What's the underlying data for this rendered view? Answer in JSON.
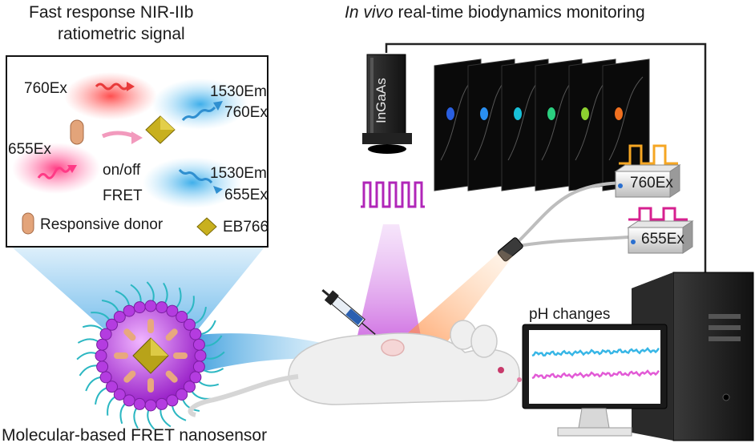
{
  "left_title": {
    "line1": "Fast response NIR-IIb",
    "line2": "ratiometric signal"
  },
  "right_title": {
    "italic": "In vivo",
    "rest": " real-time biodynamics monitoring"
  },
  "box": {
    "label_760ex": "760Ex",
    "label_655ex": "655Ex",
    "label_1530em_760": "1530Em",
    "label_760ex_em": "760Ex",
    "label_1530em_655": "1530Em",
    "label_655ex_em": "655Ex",
    "onoff": "on/off",
    "fret": "FRET",
    "legend_donor": "Responsive donor",
    "legend_eb766": "EB766"
  },
  "camera_label": "InGaAs",
  "laser_760": "760Ex",
  "laser_655": "655Ex",
  "monitor_label": "pH changes",
  "bottom_caption": "Molecular-based FRET nanosensor",
  "colors": {
    "orange_pulse": "#f5a623",
    "magenta_pulse": "#d6208f",
    "purple_pulse": "#b026b8",
    "cyan_trace": "#37b6e6",
    "pink_trace": "#e25ad6",
    "sphere_purple": "#b43ce0",
    "eb766_gold": "#b8a319",
    "donor": "#e3a47a"
  }
}
